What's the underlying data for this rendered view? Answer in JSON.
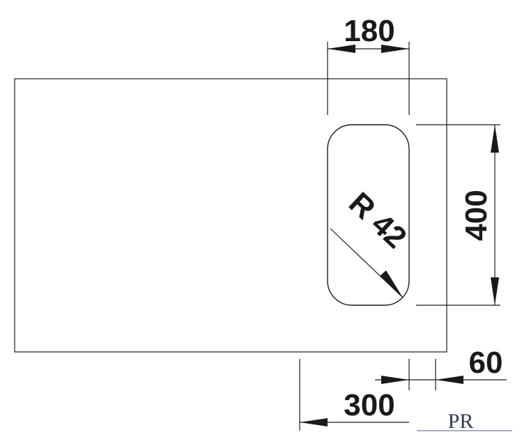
{
  "drawing": {
    "dimensions": {
      "bowl_width": "180",
      "bowl_height": "400",
      "corner_radius": "R 42",
      "offset_right": "60",
      "offset_bottom": "300"
    },
    "logo": {
      "text": "PR",
      "color": "#2b3a55"
    },
    "line_color": "#1a1a1a"
  }
}
